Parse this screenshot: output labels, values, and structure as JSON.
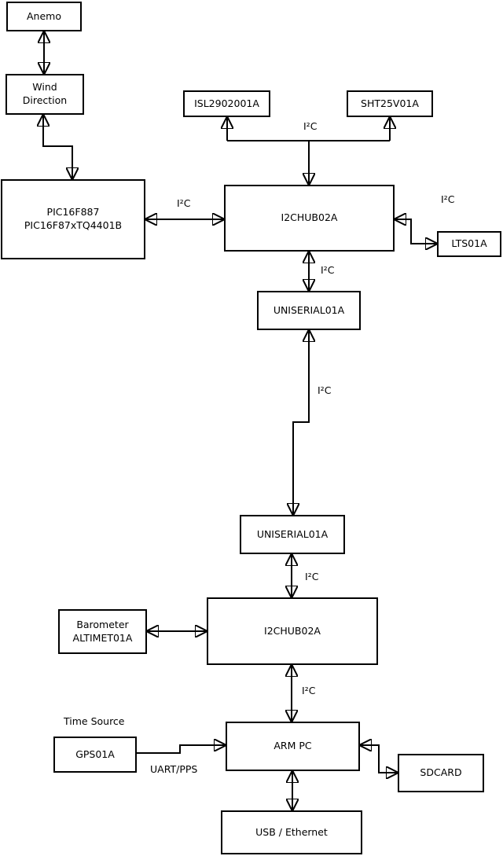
{
  "diagram": {
    "background_color": "#ffffff",
    "line_color": "#000000",
    "nodes": {
      "anemo": {
        "label": "Anemo"
      },
      "wind_direction": {
        "line1": "Wind",
        "line2": "Direction"
      },
      "pic": {
        "line1": "PIC16F887",
        "line2": "PIC16F87xTQ4401B"
      },
      "isl": {
        "label": "ISL2902001A"
      },
      "sht": {
        "label": "SHT25V01A"
      },
      "hub1": {
        "label": "I2CHUB02A"
      },
      "lts": {
        "label": "LTS01A"
      },
      "uniserial1": {
        "label": "UNISERIAL01A"
      },
      "uniserial2": {
        "label": "UNISERIAL01A"
      },
      "hub2": {
        "label": "I2CHUB02A"
      },
      "barometer": {
        "line1": "Barometer",
        "line2": "ALTIMET01A"
      },
      "gps": {
        "label": "GPS01A"
      },
      "arm_pc": {
        "label": "ARM PC"
      },
      "sdcard": {
        "label": "SDCARD"
      },
      "usb_ethernet": {
        "label": "USB / Ethernet"
      }
    },
    "edge_labels": {
      "i2c_isl_sht": "I²C",
      "i2c_pic_hub1": "I²C",
      "i2c_hub1_lts": "I²C",
      "i2c_hub1_uniserial1": "I²C",
      "i2c_uniserial_link": "I²C",
      "i2c_uniserial2_hub2": "I²C",
      "i2c_hub2_armpc": "I²C",
      "time_source": "Time Source",
      "uart_pps": "UART/PPS"
    }
  }
}
